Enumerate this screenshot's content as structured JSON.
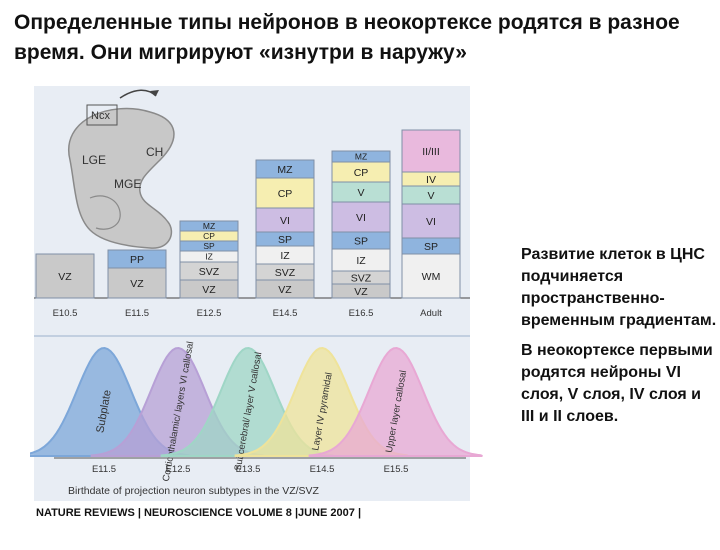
{
  "title": "Определенные типы нейронов в неокортексе родятся в разное время. Они мигрируют «изнутри в наружу»",
  "side_text": {
    "p1": "Развитие клеток в ЦНС подчиняется пространственно-временным градиентам.",
    "p2": "В неокортексе первыми родятся нейроны VI слоя, V слоя, IV слоя и III и II слоев."
  },
  "citation": "NATURE REVIEWS | NEUROSCIENCE VOLUME 8 |JUNE 2007 |",
  "brain": {
    "ncx": "Ncx",
    "ch": "CH",
    "lge": "LGE",
    "mge": "MGE"
  },
  "columns": [
    {
      "stage": "E10.5",
      "layers": [
        {
          "label": "VZ",
          "color": "#c9c9c9"
        }
      ]
    },
    {
      "stage": "E11.5",
      "layers": [
        {
          "label": "PP",
          "color": "#8fb4de"
        },
        {
          "label": "VZ",
          "color": "#c9c9c9"
        }
      ]
    },
    {
      "stage": "E12.5",
      "layers": [
        {
          "label": "MZ",
          "color": "#8fb4de"
        },
        {
          "label": "CP",
          "color": "#f6eeb1"
        },
        {
          "label": "SP",
          "color": "#8fb4de"
        },
        {
          "label": "IZ",
          "color": "#f0f0f0"
        },
        {
          "label": "SVZ",
          "color": "#d4d4d4"
        },
        {
          "label": "VZ",
          "color": "#c9c9c9"
        }
      ]
    },
    {
      "stage": "E14.5",
      "layers": [
        {
          "label": "MZ",
          "color": "#8fb4de"
        },
        {
          "label": "CP",
          "color": "#f6eeb1"
        },
        {
          "label": "VI",
          "color": "#cdbde3"
        },
        {
          "label": "SP",
          "color": "#8fb4de"
        },
        {
          "label": "IZ",
          "color": "#f0f0f0"
        },
        {
          "label": "SVZ",
          "color": "#d4d4d4"
        },
        {
          "label": "VZ",
          "color": "#c9c9c9"
        }
      ]
    },
    {
      "stage": "E16.5",
      "layers": [
        {
          "label": "MZ",
          "color": "#8fb4de"
        },
        {
          "label": "CP",
          "color": "#f6eeb1"
        },
        {
          "label": "V",
          "color": "#b9dfd4"
        },
        {
          "label": "VI",
          "color": "#cdbde3"
        },
        {
          "label": "SP",
          "color": "#8fb4de"
        },
        {
          "label": "IZ",
          "color": "#f0f0f0"
        },
        {
          "label": "SVZ",
          "color": "#d4d4d4"
        },
        {
          "label": "VZ",
          "color": "#c9c9c9"
        }
      ]
    },
    {
      "stage": "Adult",
      "layers": [
        {
          "label": "II/III",
          "color": "#e9b9dd"
        },
        {
          "label": "IV",
          "color": "#f6eeb1"
        },
        {
          "label": "V",
          "color": "#b9dfd4"
        },
        {
          "label": "VI",
          "color": "#cdbde3"
        },
        {
          "label": "SP",
          "color": "#8fb4de"
        },
        {
          "label": "WM",
          "color": "#f0f0f0"
        }
      ]
    }
  ],
  "curves": [
    {
      "label": "Subplate",
      "stage": "E11.5",
      "color": "#7da7d9"
    },
    {
      "label": "Corticothalamic/ layers VI callosal",
      "stage": "E12.5",
      "color": "#b7a0d6"
    },
    {
      "label": "Subcerebral/ layer V callosal",
      "stage": "E13.5",
      "color": "#9fd6c6"
    },
    {
      "label": "Layer IV pyramidal",
      "stage": "E14.5",
      "color": "#efe39a"
    },
    {
      "label": "Upper layer callosal",
      "stage": "E15.5",
      "color": "#e8a8d4"
    }
  ],
  "birthdate_axis_label": "Birthdate of projection neuron subtypes in the VZ/SVZ"
}
